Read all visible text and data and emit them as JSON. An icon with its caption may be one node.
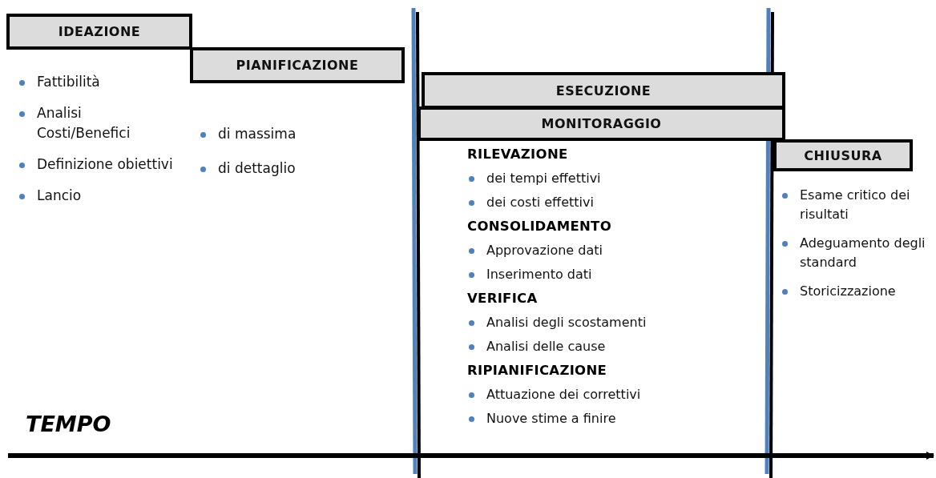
{
  "diagram": {
    "nodes": [
      {
        "text": [
          "IDEAZIONE"
        ]
      },
      {
        "text": [
          "PIANIFICAZIONE"
        ]
      },
      {
        "text": [
          "ESECUZIONE"
        ]
      },
      {
        "text": [
          "MONITORAGGIO"
        ]
      },
      {
        "text": [
          "CHIUSURA"
        ]
      }
    ],
    "labels": [
      "Fattibilità",
      "Analisi Costi/Benefici",
      "Definizione obiettivi",
      "Lancio",
      "di massima",
      "di dettaglio",
      "RILEVAZIONE",
      "dei tempi effettivi",
      "dei costi effettivi",
      "CONSOLIDAMENTO",
      "Approvazione dati",
      "Inserimento dati",
      "VERIFICA",
      "Analisi degli scostamenti",
      "Analisi delle cause",
      "RIPIANIFICAZIONE",
      "Attuazione dei correttivi",
      "Nuove stime a finire",
      "Esame critico dei risultati",
      "Adeguamento degli standard",
      "Storicizzazione",
      "TEMPO"
    ]
  }
}
